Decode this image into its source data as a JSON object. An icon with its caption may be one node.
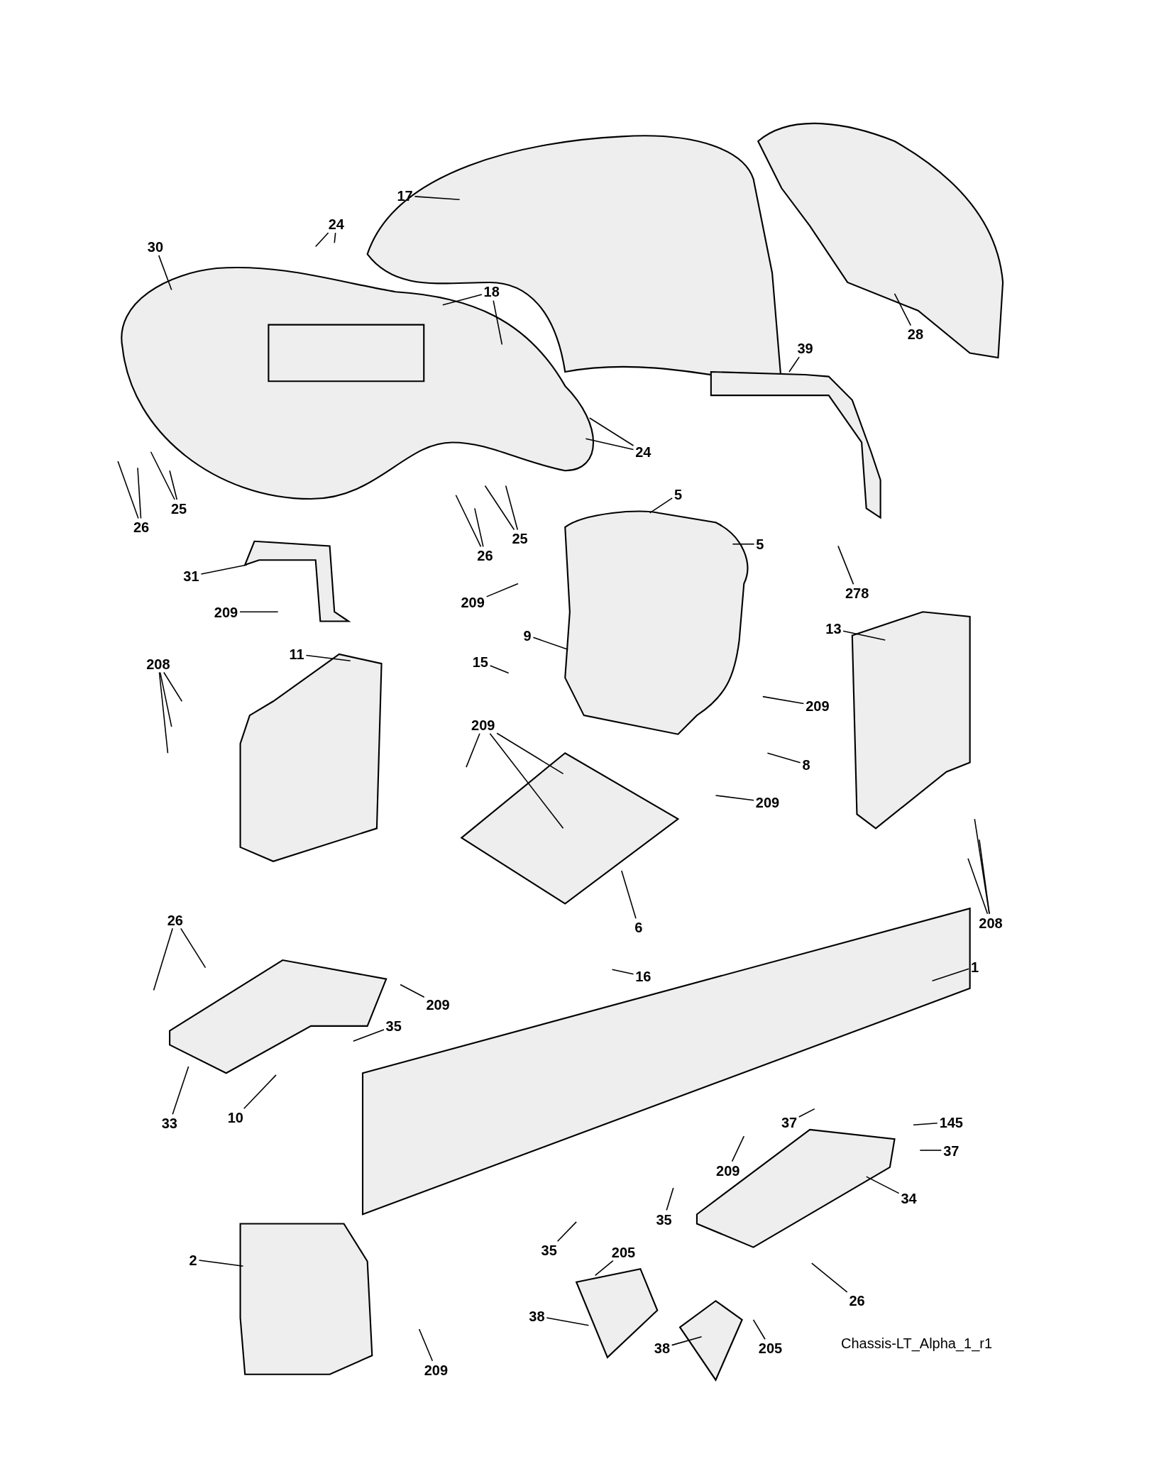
{
  "diagram": {
    "caption": "Chassis-LT_Alpha_1_r1",
    "nodes": [
      {
        "text": [
          "17"
        ]
      },
      {
        "text": [
          "24"
        ]
      },
      {
        "text": [
          "30"
        ]
      },
      {
        "text": [
          "18"
        ]
      },
      {
        "text": [
          "28"
        ]
      },
      {
        "text": [
          "39"
        ]
      },
      {
        "text": [
          "24"
        ]
      },
      {
        "text": [
          "25"
        ]
      },
      {
        "text": [
          "26"
        ]
      },
      {
        "text": [
          "5"
        ]
      },
      {
        "text": [
          "25"
        ]
      },
      {
        "text": [
          "26"
        ]
      },
      {
        "text": [
          "5"
        ]
      },
      {
        "text": [
          "31"
        ]
      },
      {
        "text": [
          "278"
        ]
      },
      {
        "text": [
          "209"
        ]
      },
      {
        "text": [
          "209"
        ]
      },
      {
        "text": [
          "9"
        ]
      },
      {
        "text": [
          "11"
        ]
      },
      {
        "text": [
          "13"
        ]
      },
      {
        "text": [
          "208"
        ]
      },
      {
        "text": [
          "15"
        ]
      },
      {
        "text": [
          "209"
        ]
      },
      {
        "text": [
          "209"
        ]
      },
      {
        "text": [
          "8"
        ]
      },
      {
        "text": [
          "209"
        ]
      },
      {
        "text": [
          "208"
        ]
      },
      {
        "text": [
          "6"
        ]
      },
      {
        "text": [
          "26"
        ]
      },
      {
        "text": [
          "16"
        ]
      },
      {
        "text": [
          "1"
        ]
      },
      {
        "text": [
          "209"
        ]
      },
      {
        "text": [
          "35"
        ]
      },
      {
        "text": [
          "33"
        ]
      },
      {
        "text": [
          "10"
        ]
      },
      {
        "text": [
          "37"
        ]
      },
      {
        "text": [
          "145"
        ]
      },
      {
        "text": [
          "37"
        ]
      },
      {
        "text": [
          "209"
        ]
      },
      {
        "text": [
          "34"
        ]
      },
      {
        "text": [
          "35"
        ]
      },
      {
        "text": [
          "35"
        ]
      },
      {
        "text": [
          "205"
        ]
      },
      {
        "text": [
          "2"
        ]
      },
      {
        "text": [
          "26"
        ]
      },
      {
        "text": [
          "38"
        ]
      },
      {
        "text": [
          "38"
        ]
      },
      {
        "text": [
          "205"
        ]
      },
      {
        "text": [
          "209"
        ]
      }
    ],
    "edges": [
      {
        "from": 0,
        "to": null,
        "arrow": "none"
      },
      {
        "from": 1,
        "to": null,
        "arrow": "none"
      },
      {
        "from": 1,
        "to": null,
        "arrow": "none"
      },
      {
        "from": 2,
        "to": null,
        "arrow": "none"
      },
      {
        "from": 3,
        "to": null,
        "arrow": "none"
      },
      {
        "from": 3,
        "to": null,
        "arrow": "none"
      },
      {
        "from": 4,
        "to": null,
        "arrow": "none"
      },
      {
        "from": 5,
        "to": null,
        "arrow": "none"
      },
      {
        "from": 6,
        "to": null,
        "arrow": "none"
      },
      {
        "from": 6,
        "to": null,
        "arrow": "none"
      },
      {
        "from": 7,
        "to": null,
        "arrow": "none"
      },
      {
        "from": 7,
        "to": null,
        "arrow": "none"
      },
      {
        "from": 8,
        "to": null,
        "arrow": "none"
      },
      {
        "from": 8,
        "to": null,
        "arrow": "none"
      },
      {
        "from": 9,
        "to": null,
        "arrow": "none"
      },
      {
        "from": 10,
        "to": null,
        "arrow": "none"
      },
      {
        "from": 10,
        "to": null,
        "arrow": "none"
      },
      {
        "from": 11,
        "to": null,
        "arrow": "none"
      },
      {
        "from": 11,
        "to": null,
        "arrow": "none"
      },
      {
        "from": 12,
        "to": null,
        "arrow": "none"
      },
      {
        "from": 13,
        "to": null,
        "arrow": "none"
      },
      {
        "from": 14,
        "to": null,
        "arrow": "none"
      },
      {
        "from": 15,
        "to": null,
        "arrow": "none"
      },
      {
        "from": 16,
        "to": null,
        "arrow": "none"
      },
      {
        "from": 17,
        "to": null,
        "arrow": "none"
      },
      {
        "from": 18,
        "to": null,
        "arrow": "none"
      },
      {
        "from": 19,
        "to": null,
        "arrow": "none"
      },
      {
        "from": 20,
        "to": null,
        "arrow": "none"
      },
      {
        "from": 20,
        "to": null,
        "arrow": "none"
      },
      {
        "from": 20,
        "to": null,
        "arrow": "none"
      },
      {
        "from": 21,
        "to": null,
        "arrow": "none"
      },
      {
        "from": 22,
        "to": null,
        "arrow": "none"
      },
      {
        "from": 23,
        "to": null,
        "arrow": "none"
      },
      {
        "from": 23,
        "to": null,
        "arrow": "none"
      },
      {
        "from": 23,
        "to": null,
        "arrow": "none"
      },
      {
        "from": 24,
        "to": null,
        "arrow": "none"
      },
      {
        "from": 25,
        "to": null,
        "arrow": "none"
      },
      {
        "from": 26,
        "to": null,
        "arrow": "none"
      },
      {
        "from": 26,
        "to": null,
        "arrow": "none"
      },
      {
        "from": 26,
        "to": null,
        "arrow": "none"
      },
      {
        "from": 27,
        "to": null,
        "arrow": "none"
      },
      {
        "from": 28,
        "to": null,
        "arrow": "none"
      },
      {
        "from": 28,
        "to": null,
        "arrow": "none"
      },
      {
        "from": 29,
        "to": null,
        "arrow": "none"
      },
      {
        "from": 30,
        "to": null,
        "arrow": "none"
      },
      {
        "from": 31,
        "to": null,
        "arrow": "none"
      },
      {
        "from": 32,
        "to": null,
        "arrow": "none"
      },
      {
        "from": 33,
        "to": null,
        "arrow": "none"
      },
      {
        "from": 34,
        "to": null,
        "arrow": "none"
      },
      {
        "from": 35,
        "to": null,
        "arrow": "none"
      },
      {
        "from": 36,
        "to": null,
        "arrow": "none"
      },
      {
        "from": 37,
        "to": null,
        "arrow": "none"
      },
      {
        "from": 38,
        "to": null,
        "arrow": "none"
      },
      {
        "from": 39,
        "to": null,
        "arrow": "none"
      },
      {
        "from": 40,
        "to": null,
        "arrow": "none"
      },
      {
        "from": 41,
        "to": null,
        "arrow": "none"
      },
      {
        "from": 42,
        "to": null,
        "arrow": "none"
      },
      {
        "from": 43,
        "to": null,
        "arrow": "none"
      },
      {
        "from": 44,
        "to": null,
        "arrow": "none"
      },
      {
        "from": 45,
        "to": null,
        "arrow": "none"
      },
      {
        "from": 46,
        "to": null,
        "arrow": "none"
      },
      {
        "from": 47,
        "to": null,
        "arrow": "none"
      },
      {
        "from": 48,
        "to": null,
        "arrow": "none"
      }
    ]
  }
}
